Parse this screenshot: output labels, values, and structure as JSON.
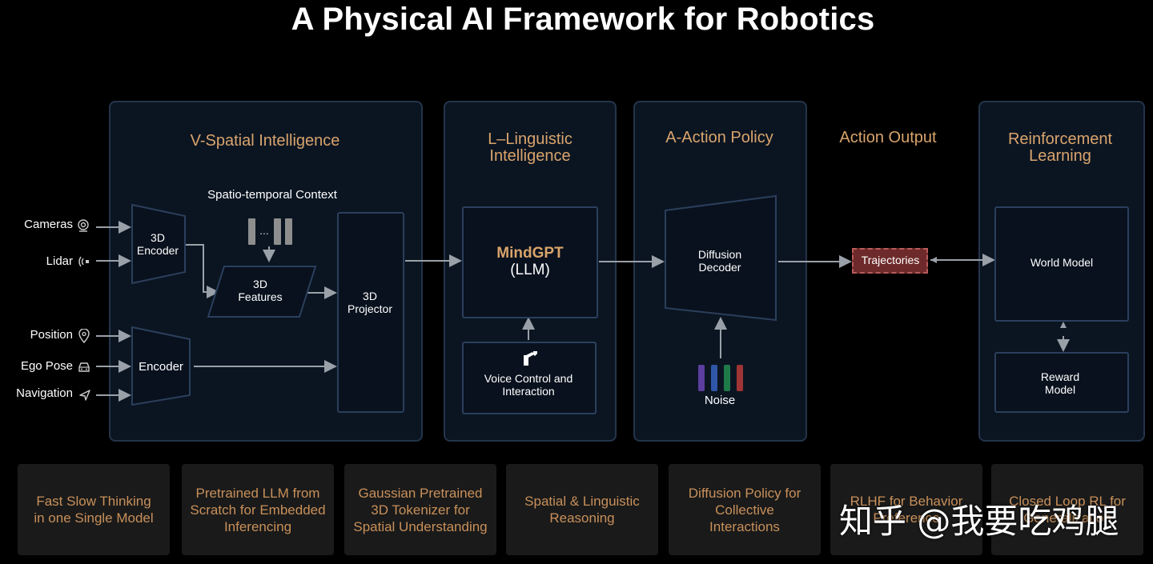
{
  "title": "A Physical AI Framework for Robotics",
  "panels": {
    "spatial": "V-Spatial Intelligence",
    "linguistic": "L–Linguistic Intelligence",
    "action": "A-Action Policy",
    "output": "Action Output",
    "rl": "Reinforcement Learning"
  },
  "inputs": {
    "cameras": "Cameras",
    "lidar": "Lidar",
    "position": "Position",
    "ego_pose": "Ego Pose",
    "navigation": "Navigation"
  },
  "nodes": {
    "encoder_3d": "3D Encoder",
    "context": "Spatio-temporal Context",
    "ellipsis": "...",
    "features_3d": "3D Features",
    "encoder": "Encoder",
    "projector": "3D Projector",
    "mindgpt": "MindGPT",
    "llm": "(LLM)",
    "voice": "Voice Control and Interaction",
    "diffusion": "Diffusion Decoder",
    "noise": "Noise",
    "trajectories": "Trajectories",
    "world_model": "World Model",
    "reward_model": "Reward Model"
  },
  "features": [
    "Fast Slow Thinking in one Single Model",
    "Pretrained LLM from Scratch for Embedded Inferencing",
    "Gaussian Pretrained 3D Tokenizer for Spatial Understanding",
    "Spatial & Linguistic Reasoning",
    "Diffusion Policy for Collective Interactions",
    "RLHF for Behavior Preference",
    "Closed Loop RL for Generalization"
  ],
  "watermark": "知乎 @我要吃鸡腿",
  "colors": {
    "accent": "#d9a46c",
    "panel_border": "#24344a",
    "noise_bars": [
      "#5b3e9e",
      "#2f56a8",
      "#1f7a4a",
      "#a03434"
    ],
    "trajectories_fill": "#6e2a2a"
  },
  "icons": [
    "camera-icon",
    "lidar-icon",
    "location-pin-icon",
    "car-icon",
    "navigation-arrow-icon",
    "robot-arm-icon"
  ]
}
